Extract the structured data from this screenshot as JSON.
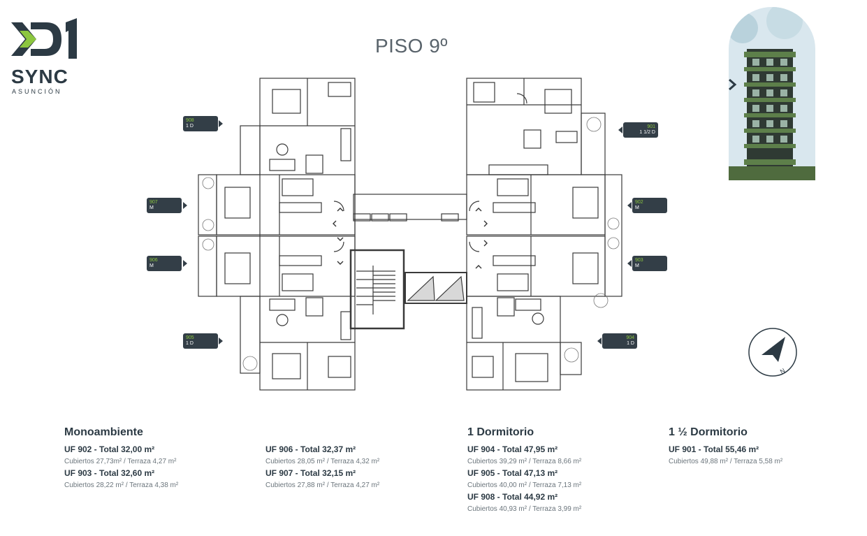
{
  "brand": {
    "logo_text": "SYNC",
    "logo_subtitle": "ASUNCIÓN",
    "logo_mark": "D1"
  },
  "title": "PISO 9º",
  "unit_tags": [
    {
      "id": "908",
      "type": "1 D"
    },
    {
      "id": "907",
      "type": "M"
    },
    {
      "id": "906",
      "type": "M"
    },
    {
      "id": "905",
      "type": "1 D"
    },
    {
      "id": "901",
      "type": "1 1/2 D"
    },
    {
      "id": "902",
      "type": "M"
    },
    {
      "id": "903",
      "type": "M"
    },
    {
      "id": "904",
      "type": "1 D"
    }
  ],
  "compass_label": "N",
  "sections": [
    {
      "heading": "Monoambiente",
      "units": [
        {
          "uf": "UF 902  - Total 32,00 m²",
          "detail": "Cubiertos 27,73m² / Terraza 4,27 m²"
        },
        {
          "uf": "UF 903  - Total 32,60 m²",
          "detail": "Cubiertos 28,22 m² / Terraza 4,38 m²"
        }
      ]
    },
    {
      "heading": "",
      "units": [
        {
          "uf": "UF 906  - Total 32,37 m²",
          "detail": "Cubiertos 28,05 m² / Terraza 4,32 m²"
        },
        {
          "uf": "UF 907  - Total 32,15 m²",
          "detail": "Cubiertos 27,88 m² / Terraza 4,27 m²"
        }
      ]
    },
    {
      "heading": "1 Dormitorio",
      "units": [
        {
          "uf": "UF 904  - Total 47,95 m²",
          "detail": "Cubiertos 39,29 m² / Terraza 8,66 m²"
        },
        {
          "uf": "UF 905  - Total 47,13 m²",
          "detail": "Cubiertos 40,00 m² / Terraza 7,13 m²"
        },
        {
          "uf": "UF 908  - Total 44,92 m²",
          "detail": "Cubiertos 40,93 m² / Terraza 3,99 m²"
        }
      ]
    },
    {
      "heading": "1 ½ Dormitorio",
      "units": [
        {
          "uf": "UF 901 - Total 55,46 m²",
          "detail": "Cubiertos 49,88 m² / Terraza 5,58 m²"
        }
      ]
    }
  ],
  "colors": {
    "accent": "#8cc63f",
    "dark": "#2c3a44",
    "tag_bg": "#333e47"
  }
}
